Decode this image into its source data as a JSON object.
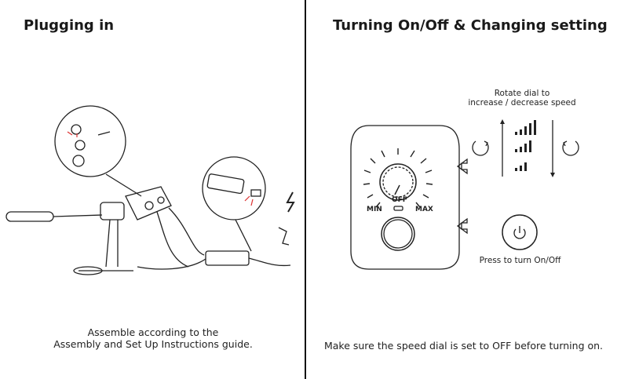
{
  "left": {
    "title": "Plugging in",
    "caption_line1": "Assemble according to the",
    "caption_line2": "Assembly and Set Up Instructions guide."
  },
  "right": {
    "title": "Turning On/Off & Changing setting",
    "rotate_line1": "Rotate dial to",
    "rotate_line2": "increase / decrease speed",
    "press_label": "Press to turn On/Off",
    "dial_off": "OFF",
    "dial_min": "MIN",
    "dial_max": "MAX",
    "caption": "Make sure the speed dial is set to OFF before turning on."
  }
}
